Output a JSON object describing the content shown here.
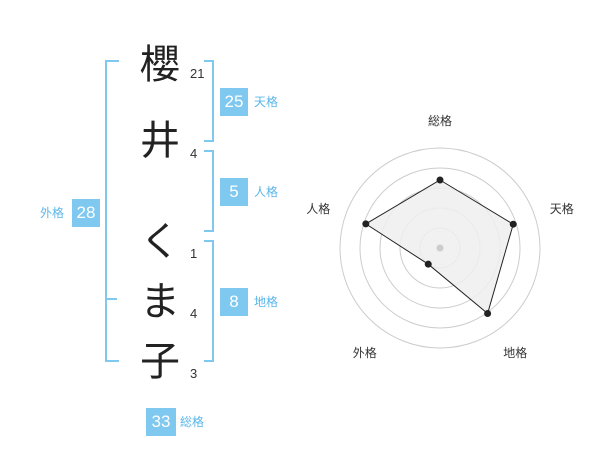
{
  "name": {
    "chars": [
      {
        "char": "櫻",
        "strokes": "21"
      },
      {
        "char": "井",
        "strokes": "4"
      },
      {
        "char": "く",
        "strokes": "1"
      },
      {
        "char": "ま",
        "strokes": "4"
      },
      {
        "char": "子",
        "strokes": "3"
      }
    ]
  },
  "fortunes": {
    "tenkaku": {
      "value": "25",
      "label": "天格"
    },
    "jinkaku": {
      "value": "5",
      "label": "人格"
    },
    "chikaku": {
      "value": "8",
      "label": "地格"
    },
    "gaikaku": {
      "value": "28",
      "label": "外格"
    },
    "soukaku": {
      "value": "33",
      "label": "総格"
    }
  },
  "chart_data": {
    "type": "radar",
    "axes": [
      "総格",
      "天格",
      "地格",
      "外格",
      "人格"
    ],
    "values": [
      0.68,
      0.77,
      0.81,
      0.2,
      0.78
    ],
    "rings": 5,
    "fill_color": "#efefef",
    "line_color": "#222222",
    "ring_color": "#cccccc"
  }
}
